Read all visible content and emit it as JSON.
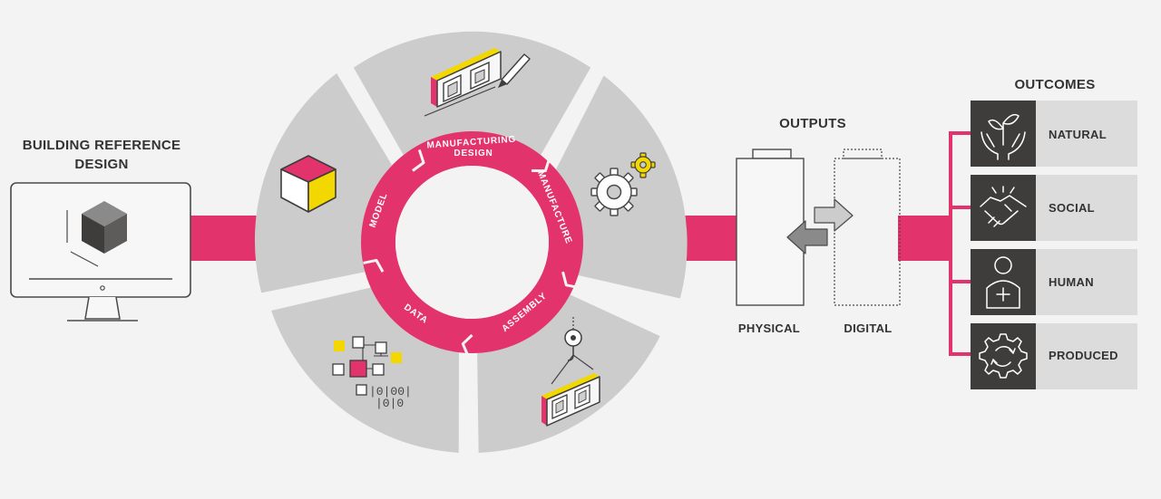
{
  "colors": {
    "accent": "#e3336d",
    "segment": "#cccccc",
    "dark": "#3f3c3c",
    "light": "#dcdcdc",
    "yellow": "#f2d800"
  },
  "left": {
    "title_line1": "BUILDING REFERENCE",
    "title_line2": "DESIGN",
    "icon": "monitor-with-cube-icon"
  },
  "cycle": {
    "stages": [
      {
        "label_line1": "MANUFACTURING",
        "label_line2": "DESIGN",
        "icon": "wall-panel-with-pencil-icon"
      },
      {
        "label": "MANUFACTURE",
        "icon": "gears-icon"
      },
      {
        "label": "ASSEMBLY",
        "icon": "crane-hook-panel-icon"
      },
      {
        "label": "DATA",
        "icon": "data-blocks-binary-icon"
      },
      {
        "label": "MODEL",
        "icon": "colored-cube-icon"
      }
    ],
    "binary_line1": "|0|00|",
    "binary_line2": "|0|0"
  },
  "outputs": {
    "title": "OUTPUTS",
    "physical": "PHYSICAL",
    "digital": "DIGITAL",
    "icon": "exchange-arrows-icon"
  },
  "outcomes": {
    "title": "OUTCOMES",
    "items": [
      {
        "label": "NATURAL",
        "icon": "hands-plant-icon"
      },
      {
        "label": "SOCIAL",
        "icon": "handshake-icon"
      },
      {
        "label": "HUMAN",
        "icon": "person-health-icon"
      },
      {
        "label": "PRODUCED",
        "icon": "gear-cycle-icon"
      }
    ]
  }
}
